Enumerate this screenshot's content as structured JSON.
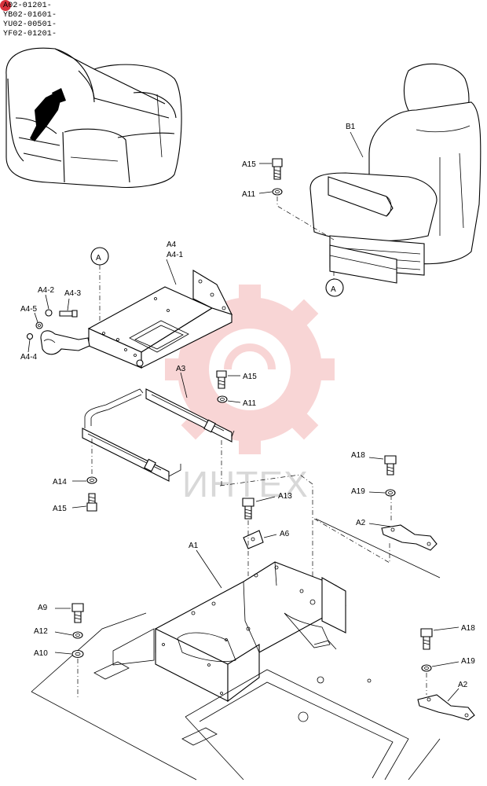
{
  "serials": [
    "A02-01201-",
    "YB02-01601-",
    "YU02-00501-",
    "YF02-01201-"
  ],
  "watermark": "ИНТЕХ",
  "callouts": {
    "ref_a": "A",
    "ref_a2": "A",
    "b1": "B1",
    "a15_top": "A15",
    "a11_top": "A11",
    "a4": "A4",
    "a4_1": "A4-1",
    "a4_2": "A4-2",
    "a4_3": "A4-3",
    "a4_5": "A4-5",
    "a4_4": "A4-4",
    "a3": "A3",
    "a15_mid": "A15",
    "a11_mid": "A11",
    "a14": "A14",
    "a15_low": "A15",
    "a18_top": "A18",
    "a19_top": "A19",
    "a2_top": "A2",
    "a13": "A13",
    "a6": "A6",
    "a1": "A1",
    "a9": "A9",
    "a12": "A12",
    "a10": "A10",
    "a18_low": "A18",
    "a19_low": "A19",
    "a2_low": "A2"
  },
  "colors": {
    "logo": "#d8323c",
    "watermark_gear": "#f4b3b3",
    "watermark_text": "#d8d8d8"
  }
}
